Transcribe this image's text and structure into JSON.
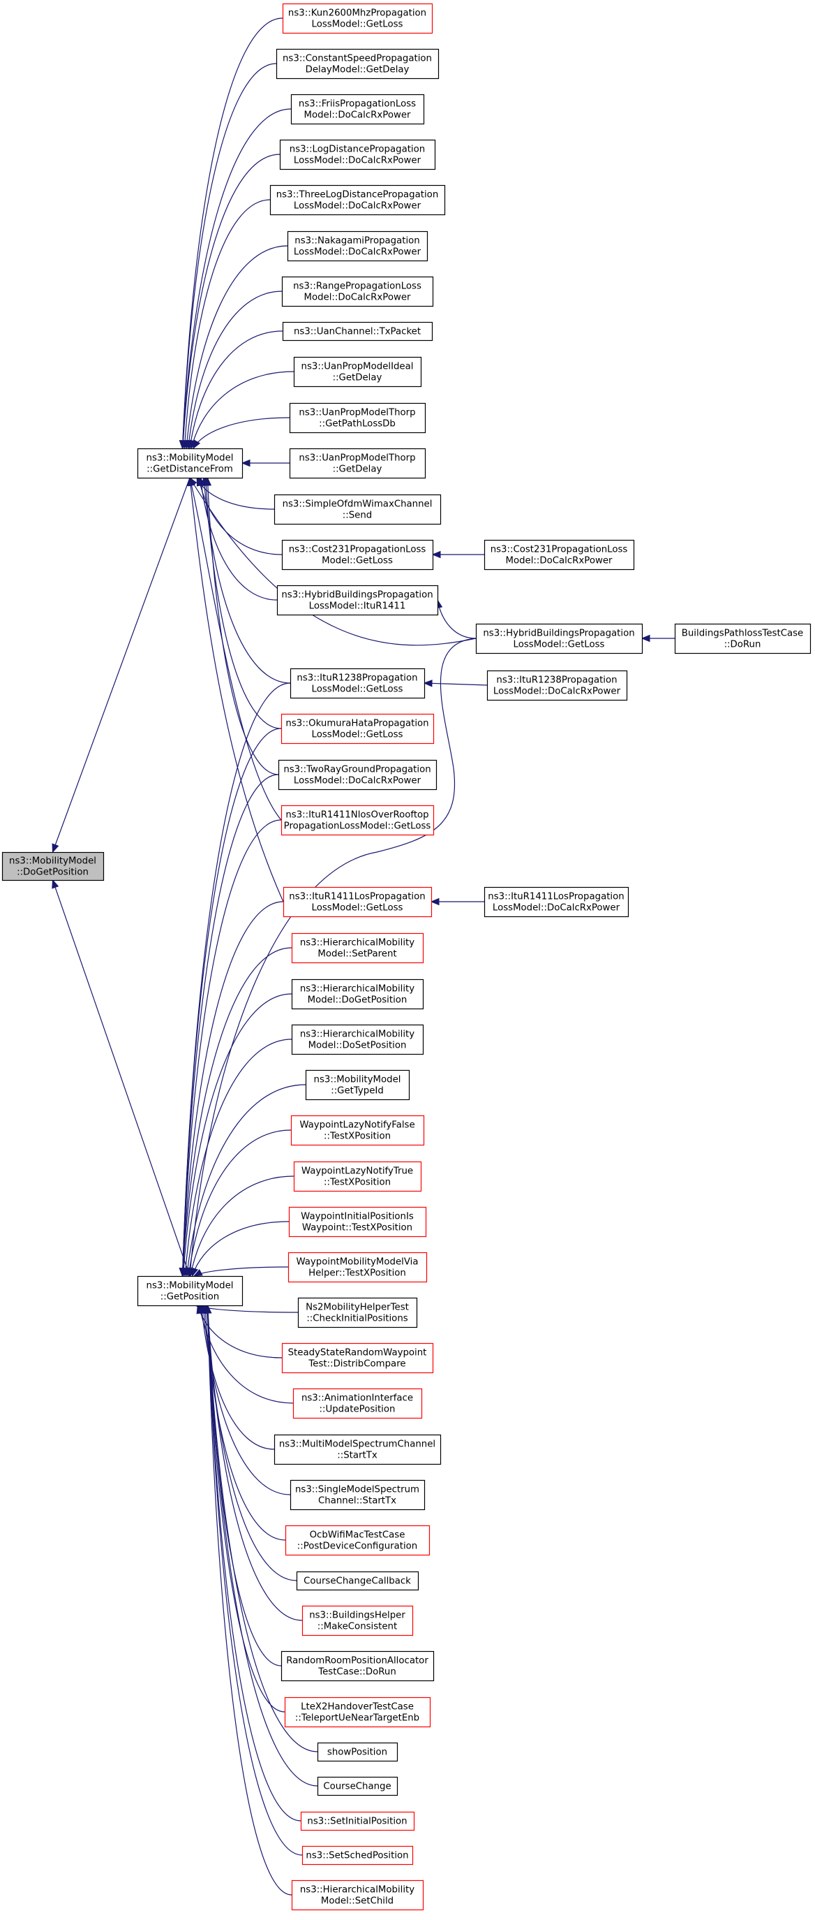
{
  "colors": {
    "edge": "#191970",
    "border_normal": "#000000",
    "border_truncated": "#ff0000",
    "focus_fill": "#bfbfbf",
    "node_fill": "#ffffff"
  },
  "nodes": [
    {
      "id": "root",
      "lines": [
        "ns3::MobilityModel",
        "::DoGetPosition"
      ],
      "style": "focus"
    },
    {
      "id": "gdf",
      "lines": [
        "ns3::MobilityModel",
        "::GetDistanceFrom"
      ],
      "style": "normal"
    },
    {
      "id": "gp",
      "lines": [
        "ns3::MobilityModel",
        "::GetPosition"
      ],
      "style": "normal"
    },
    {
      "id": "kun",
      "lines": [
        "ns3::Kun2600MhzPropagation",
        "LossModel::GetLoss"
      ],
      "style": "truncated"
    },
    {
      "id": "csp",
      "lines": [
        "ns3::ConstantSpeedPropagation",
        "DelayModel::GetDelay"
      ],
      "style": "normal"
    },
    {
      "id": "friis",
      "lines": [
        "ns3::FriisPropagationLoss",
        "Model::DoCalcRxPower"
      ],
      "style": "normal"
    },
    {
      "id": "logd",
      "lines": [
        "ns3::LogDistancePropagation",
        "LossModel::DoCalcRxPower"
      ],
      "style": "normal"
    },
    {
      "id": "three",
      "lines": [
        "ns3::ThreeLogDistancePropagation",
        "LossModel::DoCalcRxPower"
      ],
      "style": "normal"
    },
    {
      "id": "naka",
      "lines": [
        "ns3::NakagamiPropagation",
        "LossModel::DoCalcRxPower"
      ],
      "style": "normal"
    },
    {
      "id": "range",
      "lines": [
        "ns3::RangePropagationLoss",
        "Model::DoCalcRxPower"
      ],
      "style": "normal"
    },
    {
      "id": "uanch",
      "lines": [
        "ns3::UanChannel::TxPacket"
      ],
      "style": "normal"
    },
    {
      "id": "uanideal",
      "lines": [
        "ns3::UanPropModelIdeal",
        "::GetDelay"
      ],
      "style": "normal"
    },
    {
      "id": "thorp1",
      "lines": [
        "ns3::UanPropModelThorp",
        "::GetPathLossDb"
      ],
      "style": "normal"
    },
    {
      "id": "thorp2",
      "lines": [
        "ns3::UanPropModelThorp",
        "::GetDelay"
      ],
      "style": "normal"
    },
    {
      "id": "wimax",
      "lines": [
        "ns3::SimpleOfdmWimaxChannel",
        "::Send"
      ],
      "style": "normal"
    },
    {
      "id": "cost",
      "lines": [
        "ns3::Cost231PropagationLoss",
        "Model::GetLoss"
      ],
      "style": "normal"
    },
    {
      "id": "hyb1411",
      "lines": [
        "ns3::HybridBuildingsPropagation",
        "LossModel::ItuR1411"
      ],
      "style": "normal"
    },
    {
      "id": "itu1238",
      "lines": [
        "ns3::ItuR1238Propagation",
        "LossModel::GetLoss"
      ],
      "style": "normal"
    },
    {
      "id": "okumura",
      "lines": [
        "ns3::OkumuraHataPropagation",
        "LossModel::GetLoss"
      ],
      "style": "truncated"
    },
    {
      "id": "tworay",
      "lines": [
        "ns3::TwoRayGroundPropagation",
        "LossModel::DoCalcRxPower"
      ],
      "style": "normal"
    },
    {
      "id": "nlos",
      "lines": [
        "ns3::ItuR1411NlosOverRooftop",
        "PropagationLossModel::GetLoss"
      ],
      "style": "truncated"
    },
    {
      "id": "los",
      "lines": [
        "ns3::ItuR1411LosPropagation",
        "LossModel::GetLoss"
      ],
      "style": "truncated"
    },
    {
      "id": "costrx",
      "lines": [
        "ns3::Cost231PropagationLoss",
        "Model::DoCalcRxPower"
      ],
      "style": "normal"
    },
    {
      "id": "hybgl",
      "lines": [
        "ns3::HybridBuildingsPropagation",
        "LossModel::GetLoss"
      ],
      "style": "normal"
    },
    {
      "id": "bptc",
      "lines": [
        "BuildingsPathlossTestCase",
        "::DoRun"
      ],
      "style": "normal"
    },
    {
      "id": "itu1238rx",
      "lines": [
        "ns3::ItuR1238Propagation",
        "LossModel::DoCalcRxPower"
      ],
      "style": "normal"
    },
    {
      "id": "losrx",
      "lines": [
        "ns3::ItuR1411LosPropagation",
        "LossModel::DoCalcRxPower"
      ],
      "style": "normal"
    },
    {
      "id": "hsetp",
      "lines": [
        "ns3::HierarchicalMobility",
        "Model::SetParent"
      ],
      "style": "truncated"
    },
    {
      "id": "hdogp",
      "lines": [
        "ns3::HierarchicalMobility",
        "Model::DoGetPosition"
      ],
      "style": "normal"
    },
    {
      "id": "hdosp",
      "lines": [
        "ns3::HierarchicalMobility",
        "Model::DoSetPosition"
      ],
      "style": "normal"
    },
    {
      "id": "typeid",
      "lines": [
        "ns3::MobilityModel",
        "::GetTypeId"
      ],
      "style": "normal"
    },
    {
      "id": "wlnf",
      "lines": [
        "WaypointLazyNotifyFalse",
        "::TestXPosition"
      ],
      "style": "truncated"
    },
    {
      "id": "wlnt",
      "lines": [
        "WaypointLazyNotifyTrue",
        "::TestXPosition"
      ],
      "style": "truncated"
    },
    {
      "id": "wip",
      "lines": [
        "WaypointInitialPositionIs",
        "Waypoint::TestXPosition"
      ],
      "style": "truncated"
    },
    {
      "id": "wmm",
      "lines": [
        "WaypointMobilityModelVia",
        "Helper::TestXPosition"
      ],
      "style": "truncated"
    },
    {
      "id": "ns2",
      "lines": [
        "Ns2MobilityHelperTest",
        "::CheckInitialPositions"
      ],
      "style": "normal"
    },
    {
      "id": "ssrw",
      "lines": [
        "SteadyStateRandomWaypoint",
        "Test::DistribCompare"
      ],
      "style": "truncated"
    },
    {
      "id": "anim",
      "lines": [
        "ns3::AnimationInterface",
        "::UpdatePosition"
      ],
      "style": "truncated"
    },
    {
      "id": "mmsc",
      "lines": [
        "ns3::MultiModelSpectrumChannel",
        "::StartTx"
      ],
      "style": "normal"
    },
    {
      "id": "smsc",
      "lines": [
        "ns3::SingleModelSpectrum",
        "Channel::StartTx"
      ],
      "style": "normal"
    },
    {
      "id": "ocb",
      "lines": [
        "OcbWifiMacTestCase",
        "::PostDeviceConfiguration"
      ],
      "style": "truncated"
    },
    {
      "id": "ccb",
      "lines": [
        "CourseChangeCallback"
      ],
      "style": "normal"
    },
    {
      "id": "bhmc",
      "lines": [
        "ns3::BuildingsHelper",
        "::MakeConsistent"
      ],
      "style": "truncated"
    },
    {
      "id": "rrpa",
      "lines": [
        "RandomRoomPositionAllocator",
        "TestCase::DoRun"
      ],
      "style": "normal"
    },
    {
      "id": "ltex2",
      "lines": [
        "LteX2HandoverTestCase",
        "::TeleportUeNearTargetEnb"
      ],
      "style": "truncated"
    },
    {
      "id": "showp",
      "lines": [
        "showPosition"
      ],
      "style": "normal"
    },
    {
      "id": "cc",
      "lines": [
        "CourseChange"
      ],
      "style": "normal"
    },
    {
      "id": "setinit",
      "lines": [
        "ns3::SetInitialPosition"
      ],
      "style": "truncated"
    },
    {
      "id": "setsched",
      "lines": [
        "ns3::SetSchedPosition"
      ],
      "style": "truncated"
    },
    {
      "id": "hsetc",
      "lines": [
        "ns3::HierarchicalMobility",
        "Model::SetChild"
      ],
      "style": "truncated"
    }
  ],
  "edges": [
    [
      "gdf",
      "root"
    ],
    [
      "gp",
      "root"
    ],
    [
      "kun",
      "gdf"
    ],
    [
      "csp",
      "gdf"
    ],
    [
      "friis",
      "gdf"
    ],
    [
      "logd",
      "gdf"
    ],
    [
      "three",
      "gdf"
    ],
    [
      "naka",
      "gdf"
    ],
    [
      "range",
      "gdf"
    ],
    [
      "uanch",
      "gdf"
    ],
    [
      "uanideal",
      "gdf"
    ],
    [
      "thorp1",
      "gdf"
    ],
    [
      "thorp2",
      "gdf"
    ],
    [
      "wimax",
      "gdf"
    ],
    [
      "cost",
      "gdf"
    ],
    [
      "hyb1411",
      "gdf"
    ],
    [
      "hybgl",
      "gdf"
    ],
    [
      "itu1238",
      "gdf"
    ],
    [
      "okumura",
      "gdf"
    ],
    [
      "tworay",
      "gdf"
    ],
    [
      "nlos",
      "gdf"
    ],
    [
      "los",
      "gdf"
    ],
    [
      "costrx",
      "cost"
    ],
    [
      "hybgl",
      "hyb1411"
    ],
    [
      "bptc",
      "hybgl"
    ],
    [
      "itu1238rx",
      "itu1238"
    ],
    [
      "losrx",
      "los"
    ],
    [
      "itu1238",
      "gp"
    ],
    [
      "okumura",
      "gp"
    ],
    [
      "tworay",
      "gp"
    ],
    [
      "nlos",
      "gp"
    ],
    [
      "los",
      "gp"
    ],
    [
      "hybgl",
      "gp"
    ],
    [
      "hsetp",
      "gp"
    ],
    [
      "hdogp",
      "gp"
    ],
    [
      "hdosp",
      "gp"
    ],
    [
      "typeid",
      "gp"
    ],
    [
      "wlnf",
      "gp"
    ],
    [
      "wlnt",
      "gp"
    ],
    [
      "wip",
      "gp"
    ],
    [
      "wmm",
      "gp"
    ],
    [
      "ns2",
      "gp"
    ],
    [
      "ssrw",
      "gp"
    ],
    [
      "anim",
      "gp"
    ],
    [
      "mmsc",
      "gp"
    ],
    [
      "smsc",
      "gp"
    ],
    [
      "ocb",
      "gp"
    ],
    [
      "ccb",
      "gp"
    ],
    [
      "bhmc",
      "gp"
    ],
    [
      "rrpa",
      "gp"
    ],
    [
      "ltex2",
      "gp"
    ],
    [
      "showp",
      "gp"
    ],
    [
      "cc",
      "gp"
    ],
    [
      "setinit",
      "gp"
    ],
    [
      "setsched",
      "gp"
    ],
    [
      "hsetc",
      "gp"
    ]
  ]
}
